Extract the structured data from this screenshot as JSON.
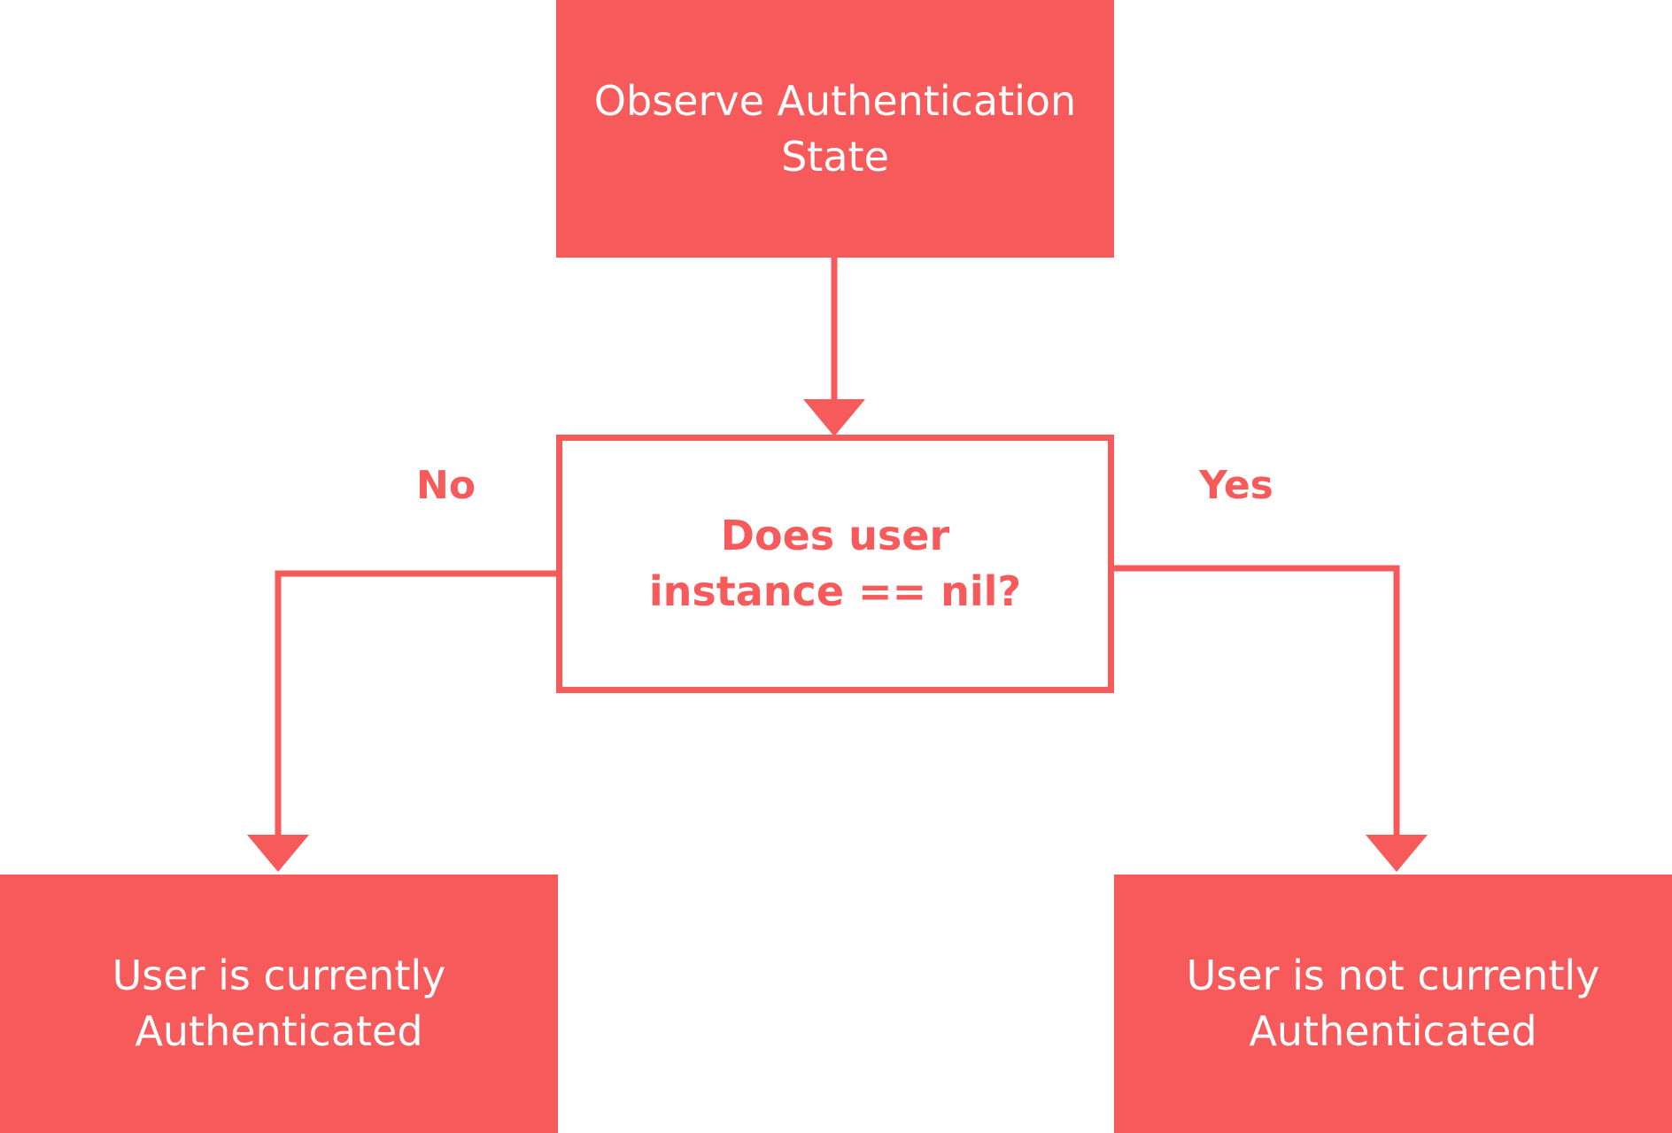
{
  "diagram": {
    "nodes": {
      "start": {
        "label": "Observe Authentication\nState"
      },
      "decision": {
        "label": "Does user\ninstance == nil?"
      },
      "authenticated": {
        "label": "User is currently\nAuthenticated"
      },
      "not_authenticated": {
        "label": "User is not currently\nAuthenticated"
      }
    },
    "branches": {
      "no": "No",
      "yes": "Yes"
    },
    "colors": {
      "accent": "#f75a5b",
      "text_on_accent": "#ffffff",
      "background": "#ffffff"
    }
  }
}
